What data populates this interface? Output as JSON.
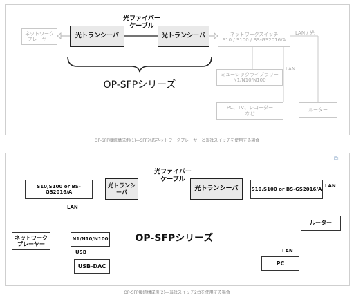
{
  "diagram1": {
    "fiber_label_line1": "光ファイバー",
    "fiber_label_line2": "ケーブル",
    "network_player": [
      "ネットワーク",
      "プレーヤー"
    ],
    "transceiver_left": "光トランシーバ",
    "transceiver_right": "光トランシーバ",
    "network_switch": [
      "ネットワークスイッチ",
      "S10 / S100 / BS-GS2016/A"
    ],
    "lan_optical": "LAN / 光",
    "lan1": "LAN",
    "music_library": [
      "ミュージックライブラリー",
      "N1/N10/N100"
    ],
    "pc_tv_recorder": [
      "PC、TV、レコーダー",
      "など"
    ],
    "router": "ルーター",
    "series": "OP-SFPシリーズ",
    "caption": "OP-SFP接続構成例(1)―SFP対応ネットワークプレーヤーと当社スイッチを使用する場合"
  },
  "diagram2": {
    "fiber_label_line1": "光ファイバー",
    "fiber_label_line2": "ケーブル",
    "switch_left": "S10,S100 or BS-GS2016/A",
    "transceiver_left": "光トランシーバ",
    "transceiver_right": "光トランシーバ",
    "switch_right": "S10,S100 or BS-GS2016/A",
    "lan_left": "LAN",
    "lan_right": "LAN",
    "router": "ルーター",
    "network_player": [
      "ネットワーク",
      "プレーヤー"
    ],
    "music_server": "N1/N10/N100",
    "usb": "USB",
    "usb_dac": "USB-DAC",
    "series": "OP-SFPシリーズ",
    "lan_pc": "LAN",
    "pc": "PC",
    "caption": "OP-SFP接続構成例(2)―当社スイッチ2台を使用する場合"
  },
  "colors": {
    "faint": "#a8a8a8",
    "shaded": "#e9e9e9",
    "border": "#333333"
  }
}
